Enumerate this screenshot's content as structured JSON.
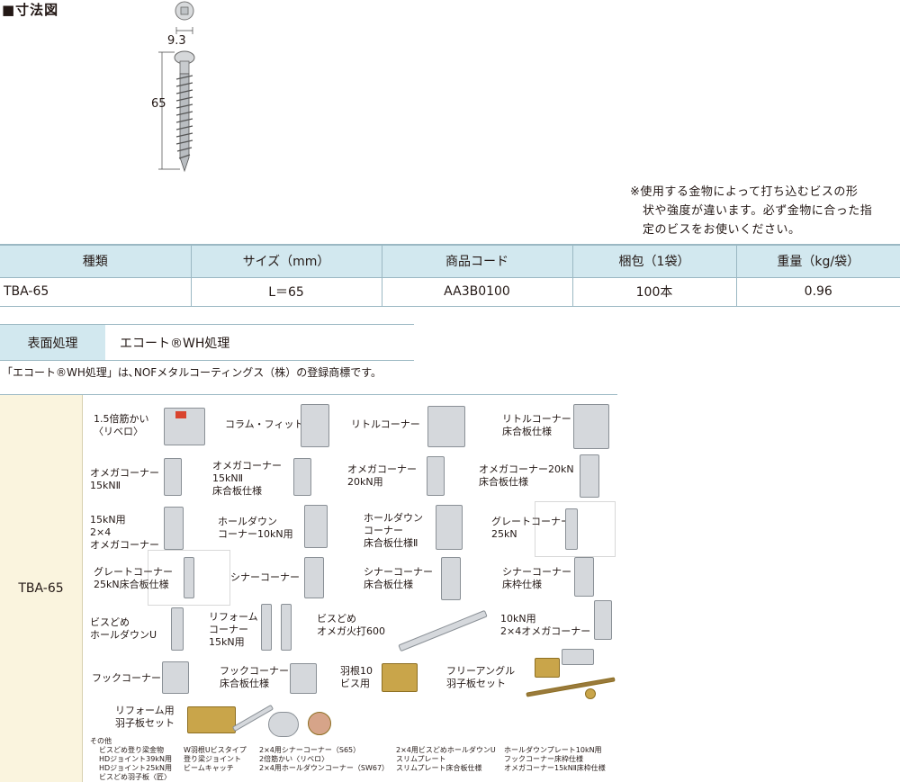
{
  "header": {
    "title": "■寸法図"
  },
  "diagram": {
    "head_dim": "9.3",
    "length_dim": "65"
  },
  "note": {
    "line1": "※使用する金物によって打ち込むビスの形",
    "line2": "状や強度が違います。必ず金物に合った指",
    "line3": "定のビスをお使いください。"
  },
  "spec_table": {
    "headers": [
      "種類",
      "サイズ（mm）",
      "商品コード",
      "梱包（1袋）",
      "重量（kg/袋）"
    ],
    "row": [
      "TBA-65",
      "L＝65",
      "AA3B0100",
      "100本",
      "0.96"
    ]
  },
  "surface": {
    "label": "表面処理",
    "value": "エコート®WH処理"
  },
  "trademark": "「エコート®WH処理」は､NOFメタルコーティングス（株）の登録商標です。",
  "compat": {
    "model": "TBA-65",
    "items": [
      "1.5倍筋かい\n〈リベロ〉",
      "コラム・フィット",
      "リトルコーナー",
      "リトルコーナー\n床合板仕様",
      "オメガコーナー\n15kNⅡ",
      "オメガコーナー\n15kNⅡ\n床合板仕様",
      "オメガコーナー\n20kN用",
      "オメガコーナー20kN\n床合板仕様",
      "15kN用\n2×4\nオメガコーナー",
      "ホールダウン\nコーナー10kN用",
      "ホールダウン\nコーナー\n床合板仕様Ⅱ",
      "グレートコーナー\n25kN",
      "グレートコーナー\n25kN床合板仕様",
      "シナーコーナー",
      "シナーコーナー\n床合板仕様",
      "シナーコーナー\n床枠仕様",
      "ビスどめ\nホールダウンU",
      "リフォーム\nコーナー\n15kN用",
      "ビスどめ\nオメガ火打600",
      "10kN用\n2×4オメガコーナー",
      "フックコーナー",
      "フックコーナー\n床合板仕様",
      "羽根10\nビス用",
      "フリーアングル\n羽子板セット",
      "リフォーム用\n羽子板セット"
    ],
    "misc_label": "その他",
    "misc_cols": [
      "ビスどめ登り梁金物\nHDジョイント39kN用\nHDジョイント25kN用\nビスどめ羽子板〈匠〉",
      "W羽根Uビスタイプ\n登り梁ジョイント\nビームキャッチ",
      "2×4用シナーコーナー（S65）\n2倍筋かい〈リベロ〉\n2×4用ホールダウンコーナー（SW67）",
      "2×4用ビスどめホールダウンU\nスリムプレート\nスリムプレート床合板仕様",
      "ホールダウンプレート10kN用\nフックコーナー床枠仕様\nオメガコーナー15kNⅡ床枠仕様"
    ]
  }
}
